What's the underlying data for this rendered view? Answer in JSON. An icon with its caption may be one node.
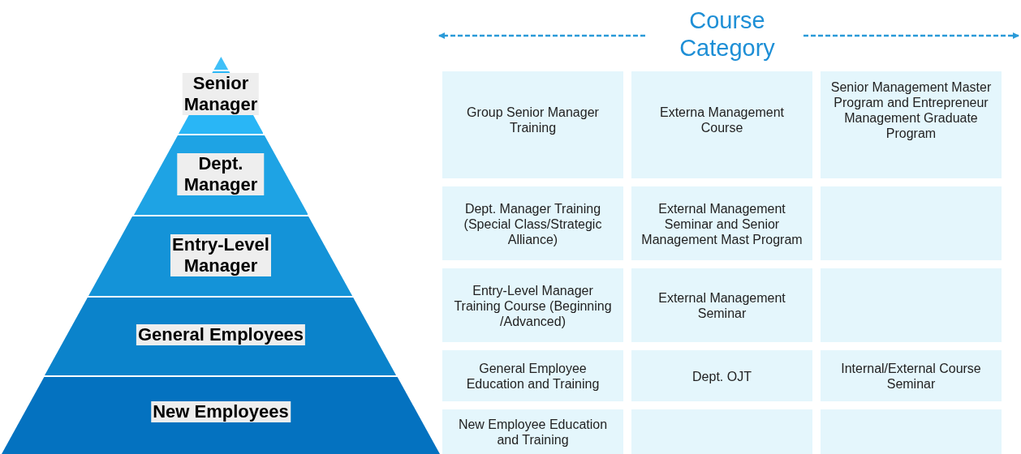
{
  "diagram": {
    "title": "Course Category",
    "nodes": [
      {
        "text": [
          "Senior Manager"
        ]
      },
      {
        "text": [
          "Dept. Manager"
        ]
      },
      {
        "text": [
          "Entry-Level Manager"
        ]
      },
      {
        "text": [
          "General Employees"
        ]
      },
      {
        "text": [
          "New Employees"
        ]
      }
    ],
    "labels": [
      "Group Senior Manager Training",
      "Externa Management Course",
      "Senior Management Master Program and Entrepreneur Management Graduate Program",
      "Dept. Manager Training (Special Class/Strategic Alliance)",
      "External Management Seminar and Senior Management Mast Program",
      "Entry-Level Manager Training Course (Beginning /Advanced)",
      "External Management Seminar",
      "General Employee Education and Training",
      "Dept. OJT",
      "Internal/External Course Seminar",
      "New Employee Education and Training"
    ]
  }
}
